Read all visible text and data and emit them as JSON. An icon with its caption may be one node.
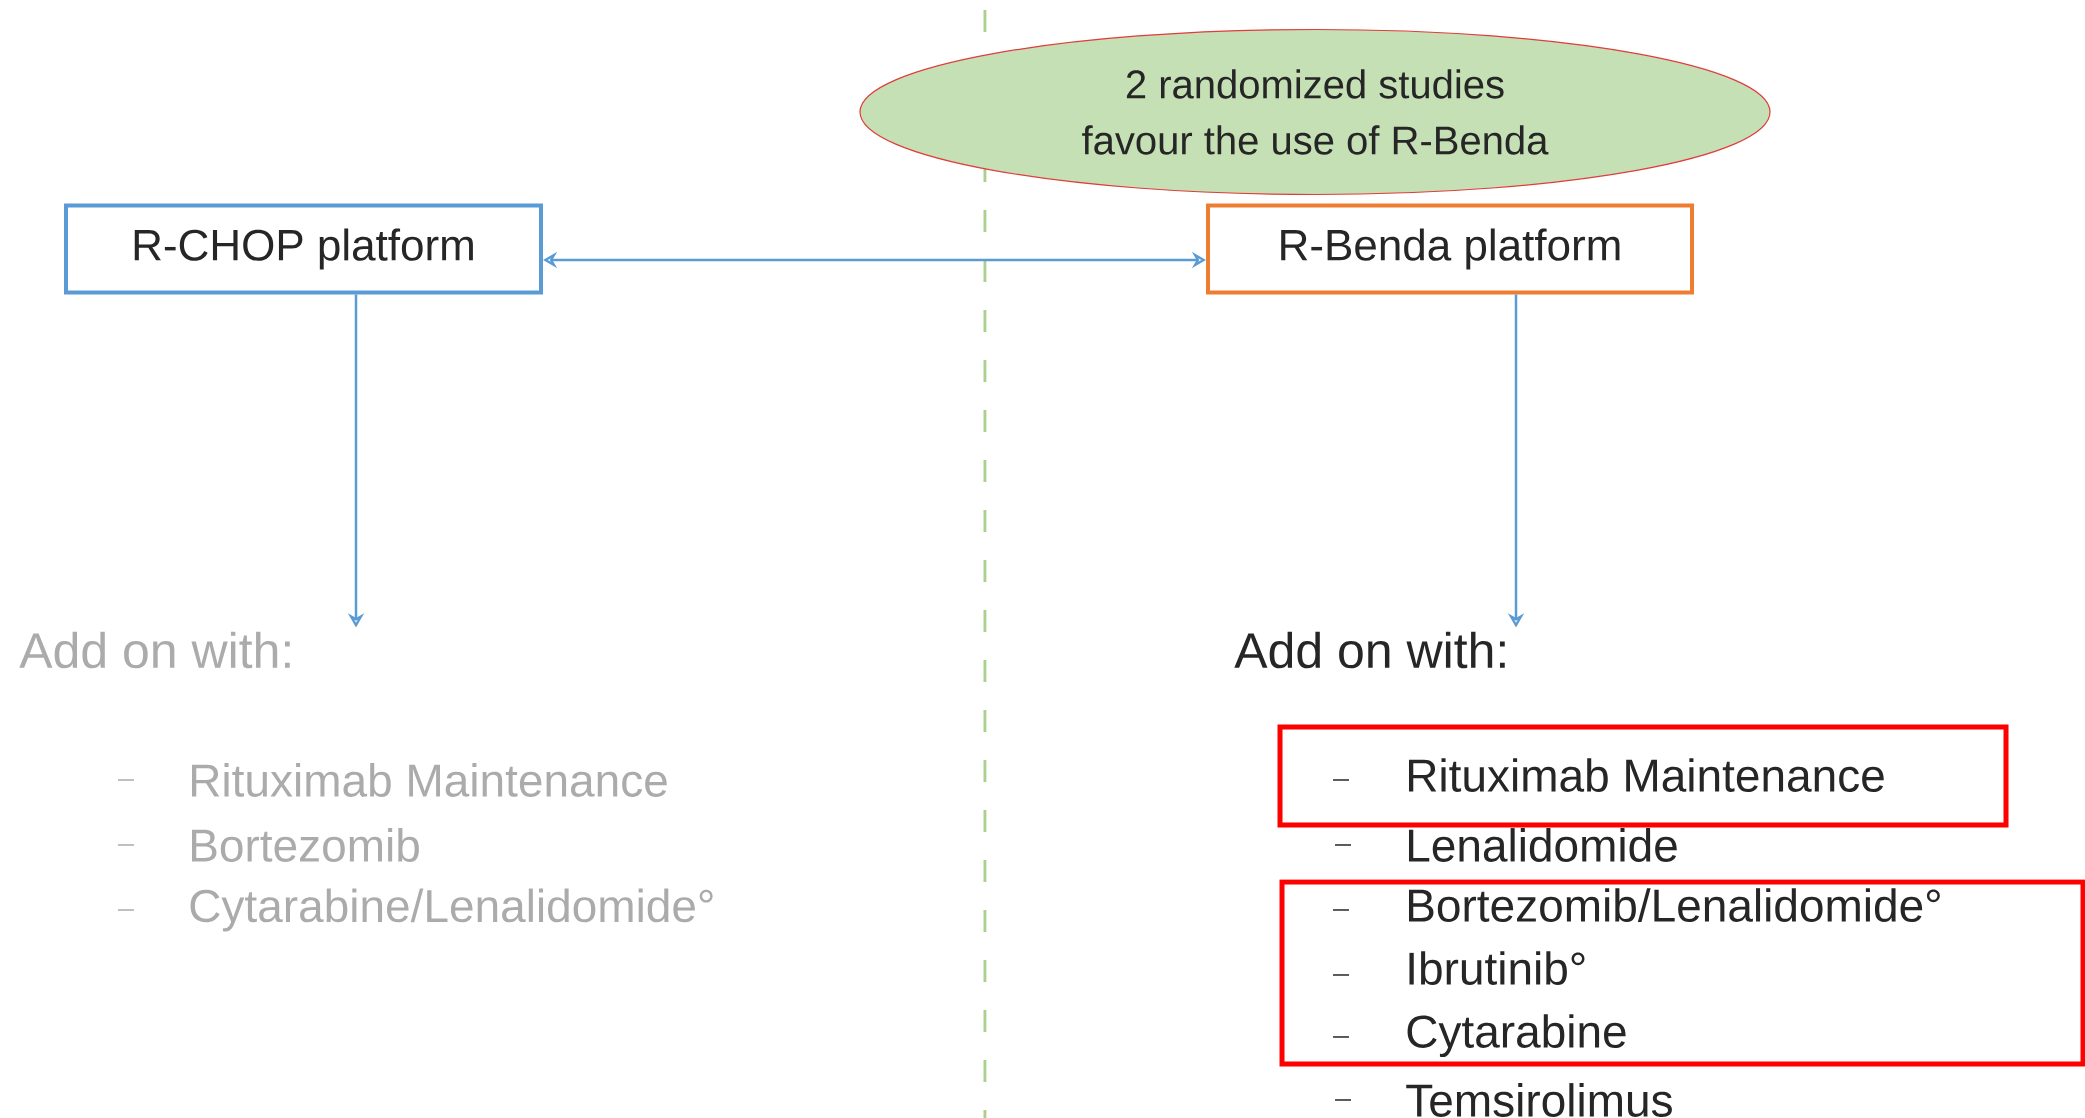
{
  "diagram": {
    "nodes": [
      {
        "text": [
          "2 randomized studies favour the use of R-Benda"
        ]
      },
      {
        "text": [
          "R-CHOP platform"
        ]
      },
      {
        "text": [
          "R-Benda platform"
        ]
      },
      {
        "text": [
          "Add on with:"
        ]
      },
      {
        "text": [
          "Add on with:"
        ]
      },
      {
        "text": [
          "Rituximab Maintenance"
        ]
      },
      {
        "text": [
          "Bortezomib/Lenalidomide°",
          "Ibrutinib°",
          "Cytarabine"
        ]
      }
    ],
    "edges": [
      {
        "from": 1,
        "to": 2,
        "arrow": "both"
      },
      {
        "from": 1,
        "to": 3,
        "arrow": "to"
      },
      {
        "from": 2,
        "to": 4,
        "arrow": "to"
      }
    ],
    "labels": [
      "Rituximab Maintenance",
      "Bortezomib",
      "Cytarabine/Lenalidomide°",
      "Lenalidomide",
      "Temsirolimus"
    ]
  }
}
